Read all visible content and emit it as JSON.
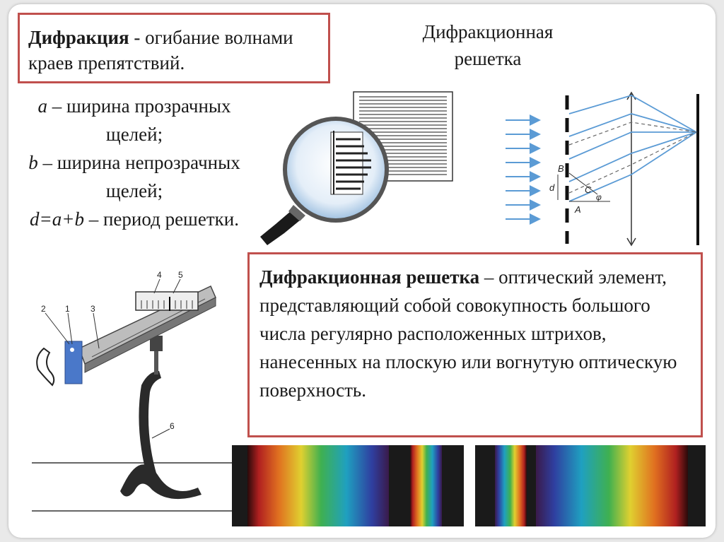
{
  "definition": {
    "term": "Дифракция",
    "text": " - огибание волнами краев препятствий."
  },
  "grating_title": {
    "line1": "Дифракционная",
    "line2": "решетка"
  },
  "params": {
    "a_symbol": "a",
    "a_text": " – ширина прозрачных щелей;",
    "b_symbol": "b",
    "b_text": " – ширина непрозрачных щелей;",
    "d_formula": "d=a+b",
    "d_text": " – период решетки."
  },
  "grating_definition": {
    "term": "Дифракционная решетка",
    "text": " – оптический элемент, представляющий собой совокупность большого числа регулярно расположенных штрихов, нанесенных на плоскую или вогнутую оптическую поверхность."
  },
  "diagram_labels": {
    "B": "B",
    "C": "C",
    "A": "A",
    "d": "d",
    "phi": "φ"
  },
  "apparatus_labels": [
    "1",
    "2",
    "3",
    "4",
    "5",
    "6"
  ],
  "colors": {
    "box_border": "#c0504d",
    "ray_blue": "#5b9bd5"
  }
}
